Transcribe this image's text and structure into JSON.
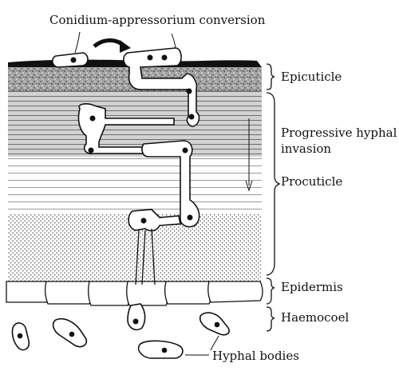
{
  "figure": {
    "labels": {
      "top": "Conidium-appressorium conversion",
      "epicuticle": "Epicuticle",
      "invasion_line1": "Progressive hyphal",
      "invasion_line2": "invasion",
      "procuticle": "Procuticle",
      "epidermis": "Epidermis",
      "haemocoel": "Haemocoel",
      "hyphal_bodies": "Hyphal bodies"
    },
    "colors": {
      "ink": "#111111",
      "epicuticle_fill": "#9a9a9a",
      "procuticle_stripe": "#7a7a7a",
      "stipple": "#555555",
      "background": "#ffffff"
    }
  }
}
